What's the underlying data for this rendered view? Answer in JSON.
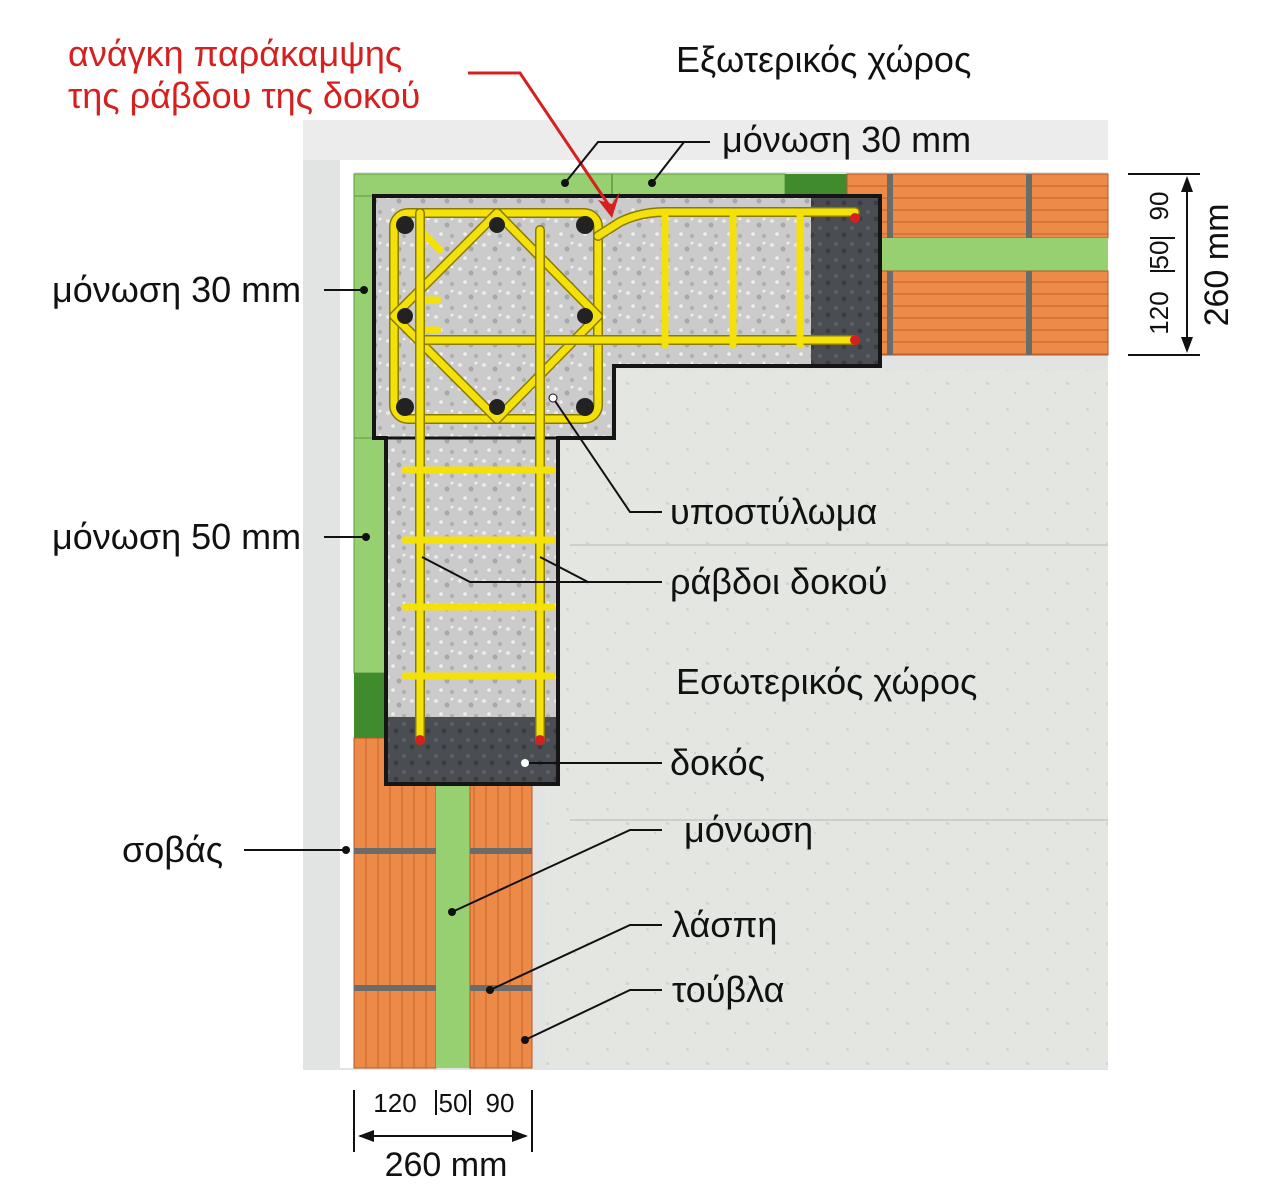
{
  "labels": {
    "bend_note_line1": "ανάγκη παράκαμψης",
    "bend_note_line2": "της ράβδου της δοκού",
    "exterior": "Εξωτερικός χώρος",
    "insulation_top": "μόνωση 30 mm",
    "insulation_left_30": "μόνωση 30 mm",
    "insulation_left_50": "μόνωση 50 mm",
    "column": "υποστύλωμα",
    "beam_bars": "ράβδοι δοκού",
    "interior": "Εσωτερικός χώρος",
    "beam": "δοκός",
    "insulation": "μόνωση",
    "plaster": "σοβάς",
    "mortar": "λάσπη",
    "brick": "τούβλα"
  },
  "dimensions": {
    "bottom": {
      "a": "120",
      "b": "50",
      "c": "90",
      "total": "260 mm"
    },
    "right": {
      "a": "90",
      "b": "50",
      "c": "120",
      "total": "260 mm"
    }
  },
  "colors": {
    "brick": "#ee8a48",
    "insulation_light": "#96d071",
    "insulation_dark": "#3f8b2e",
    "concrete": "#c8c8c8",
    "rebar": "#f4e10a",
    "interior_wall": "#e4e7e2",
    "annotation_red": "#d62020"
  }
}
